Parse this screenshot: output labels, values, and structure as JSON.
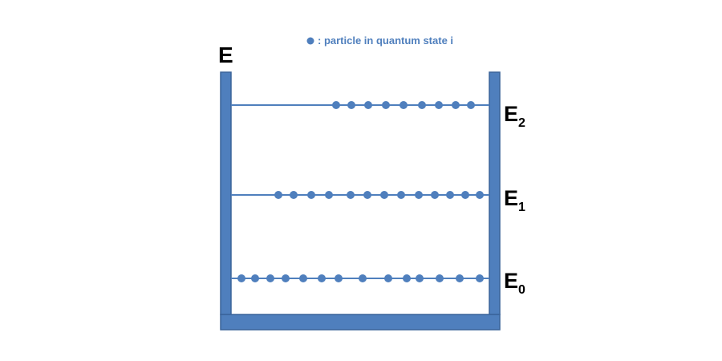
{
  "axis_label": "E",
  "legend": {
    "text": ": particle in quantum state i"
  },
  "levels": [
    {
      "symbol": "E",
      "subscript": "2",
      "particles": 9
    },
    {
      "symbol": "E",
      "subscript": "1",
      "particles": 13
    },
    {
      "symbol": "E",
      "subscript": "0",
      "particles": 14
    }
  ],
  "colors": {
    "well": "#4f7fbd",
    "well_border": "#3a6399",
    "particle": "#4f7fbd",
    "level_line": "#4f7fbd",
    "text": "#000000"
  }
}
